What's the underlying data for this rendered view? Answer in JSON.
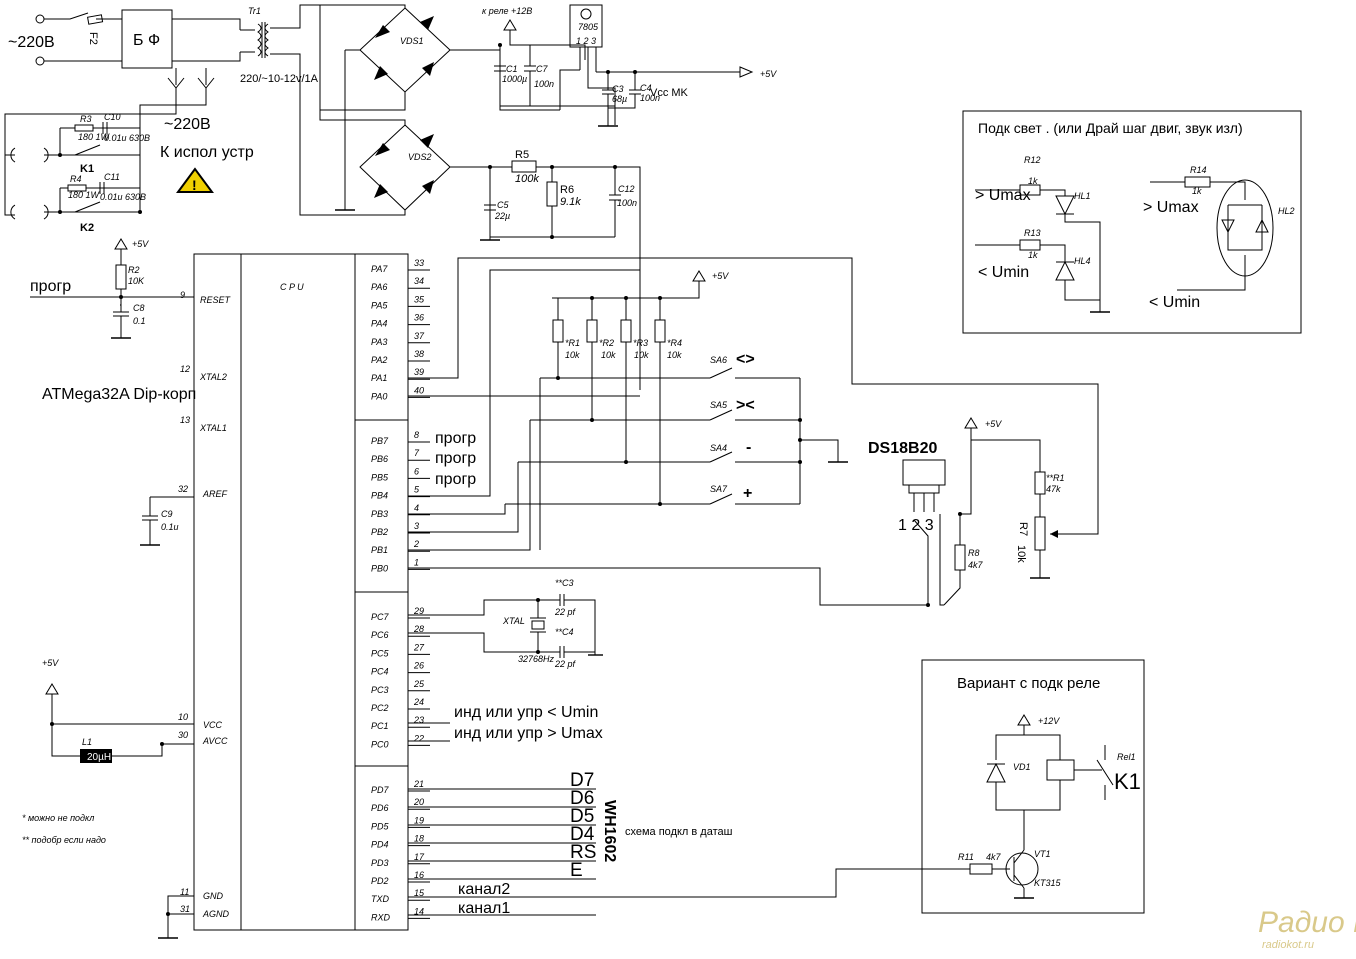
{
  "power": {
    "mains": "~220В",
    "fuse": "F2",
    "filter": "Б Ф",
    "transformer": "Tr1",
    "tr_rating": "220/~10-12v/1A",
    "mains_out": "~220В",
    "load_label": "К испол устр",
    "bridge1": "VDS1",
    "bridge2": "VDS2",
    "relay_supply": "к реле +12В",
    "regulator": "7805",
    "reg_pins": "1 2 3",
    "plus5": "+5V",
    "vcc_mk": "Vcc MK",
    "c1": "C1",
    "c1v": "1000µ",
    "c7": "C7",
    "c7v": "100n",
    "c3": "C3",
    "c3v": "68µ",
    "c4": "C4",
    "c4v": "100n"
  },
  "relays": {
    "r3": "R3",
    "r3v": "180 1W",
    "c10": "C10",
    "c10v": "0.01u 630B",
    "k1": "K1",
    "r4": "R4",
    "r4v": "180 1W",
    "c11": "C11",
    "c11v": "0.01u 630B",
    "k2": "K2"
  },
  "divider": {
    "r5": "R5",
    "r5v": "100k",
    "r6": "R6",
    "r6v": "9.1k",
    "c5": "C5",
    "c5v": "22µ",
    "c12": "C12",
    "c12v": "100n"
  },
  "mcu": {
    "cpu": "C P U",
    "name": "ATMega32A Dip-корп",
    "progr": "прогр",
    "r2": "R2",
    "r2v": "10K",
    "c8": "C8",
    "c8v": "0.1",
    "c9": "C9",
    "c9v": "0.1u",
    "plus5": "+5V",
    "left_pins": [
      {
        "num": "9",
        "name": "RESET"
      },
      {
        "num": "12",
        "name": "XTAL2"
      },
      {
        "num": "13",
        "name": "XTAL1"
      },
      {
        "num": "32",
        "name": "AREF"
      },
      {
        "num": "10",
        "name": "VCC"
      },
      {
        "num": "30",
        "name": "AVCC"
      },
      {
        "num": "11",
        "name": "GND"
      },
      {
        "num": "31",
        "name": "AGND"
      }
    ],
    "pa": [
      {
        "name": "PA7",
        "num": "33"
      },
      {
        "name": "PA6",
        "num": "34"
      },
      {
        "name": "PA5",
        "num": "35"
      },
      {
        "name": "PA4",
        "num": "36"
      },
      {
        "name": "PA3",
        "num": "37"
      },
      {
        "name": "PA2",
        "num": "38"
      },
      {
        "name": "PA1",
        "num": "39"
      },
      {
        "name": "PA0",
        "num": "40"
      }
    ],
    "pb": [
      {
        "name": "PB7",
        "num": "8"
      },
      {
        "name": "PB6",
        "num": "7"
      },
      {
        "name": "PB5",
        "num": "6"
      },
      {
        "name": "PB4",
        "num": "5"
      },
      {
        "name": "PB3",
        "num": "4"
      },
      {
        "name": "PB2",
        "num": "3"
      },
      {
        "name": "PB1",
        "num": "2"
      },
      {
        "name": "PB0",
        "num": "1"
      }
    ],
    "pc": [
      {
        "name": "PC7",
        "num": "29"
      },
      {
        "name": "PC6",
        "num": "28"
      },
      {
        "name": "PC5",
        "num": "27"
      },
      {
        "name": "PC4",
        "num": "26"
      },
      {
        "name": "PC3",
        "num": "25"
      },
      {
        "name": "PC2",
        "num": "24"
      },
      {
        "name": "PC1",
        "num": "23"
      },
      {
        "name": "PC0",
        "num": "22"
      }
    ],
    "pd": [
      {
        "name": "PD7",
        "num": "21"
      },
      {
        "name": "PD6",
        "num": "20"
      },
      {
        "name": "PD5",
        "num": "19"
      },
      {
        "name": "PD4",
        "num": "18"
      },
      {
        "name": "PD3",
        "num": "17"
      },
      {
        "name": "PD2",
        "num": "16"
      },
      {
        "name": "TXD",
        "num": "15"
      },
      {
        "name": "RXD",
        "num": "14"
      }
    ]
  },
  "power_in": {
    "plus5": "+5V",
    "l1": "L1",
    "l1v": "20µH",
    "note1": "* можно не подкл",
    "note2": "** подобр если надо"
  },
  "keys": {
    "r1": "*R1",
    "r2": "*R2",
    "r3": "*R3",
    "r4": "*R4",
    "rv": "10k",
    "plus5": "+5V",
    "sa6": "SA6",
    "sa6s": "<>",
    "sa5": "SA5",
    "sa5s": "><",
    "sa4": "SA4",
    "sa4s": "-",
    "sa7": "SA7",
    "sa7s": "+"
  },
  "sensor": {
    "name": "DS18B20",
    "pins": "1 2 3",
    "plus5": "+5V",
    "r8": "R8",
    "r8v": "4k7",
    "r1": "**R1",
    "r1v": "47k",
    "r7": "R7",
    "r7v": "10k"
  },
  "crystal": {
    "c3": "**C3",
    "c3v": "22 pf",
    "xtal": "XTAL",
    "xtalv": "32768Hz",
    "c4": "**C4",
    "c4v": "22 pf"
  },
  "pc_outputs": {
    "out_min": "инд или упр < Umin",
    "out_max": "инд или упр > Umax"
  },
  "lcd": {
    "lines": [
      "D7",
      "D6",
      "D5",
      "D4",
      "RS",
      "E"
    ],
    "model": "WH1602",
    "note": "схема подкл в даташ",
    "ch2": "канал2",
    "ch1": "канал1"
  },
  "light_box": {
    "title": "Подк свет . (или Драй шаг двиг, звук изл)",
    "r12": "R12",
    "r12v": "1k",
    "hl1": "HL1",
    "umax": "> Umax",
    "r13": "R13",
    "r13v": "1k",
    "hl4": "HL4",
    "umin": "< Umin",
    "r14": "R14",
    "r14v": "1k",
    "hl2": "HL2",
    "umax2": "> Umax",
    "umin2": "< Umin"
  },
  "relay_box": {
    "title": "Вариант с подк реле",
    "plus12": "+12V",
    "vd1": "VD1",
    "rel1": "Rel1",
    "k1": "K1",
    "r11": "R11",
    "r11v": "4k7",
    "vt1": "VT1",
    "vt1v": "KT315"
  },
  "watermark": {
    "name": "Радио КОТ",
    "site": "radiokot.ru"
  },
  "colors": {
    "ink": "#000000",
    "lcd_box": "#222222",
    "watermark": "#d9c98a",
    "warning": "#f0d000",
    "background": "#ffffff"
  }
}
